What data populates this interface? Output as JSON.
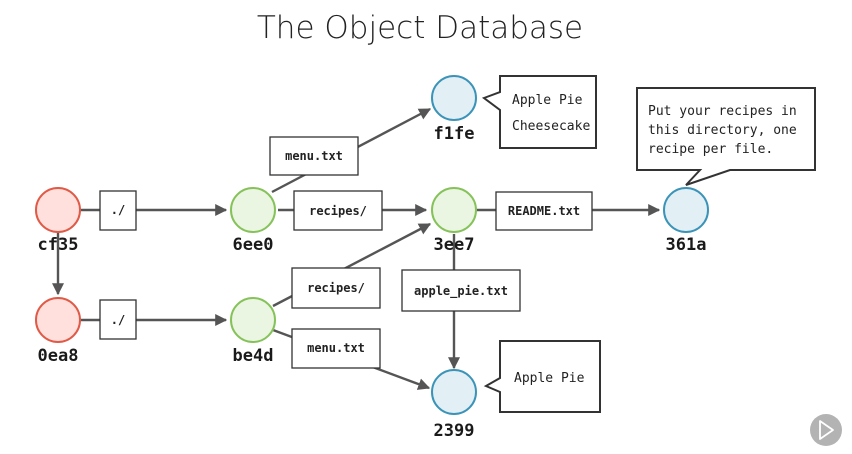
{
  "title": "The Object Database",
  "nodes": {
    "cf35": "cf35",
    "0ea8": "0ea8",
    "6ee0": "6ee0",
    "be4d": "be4d",
    "3ee7": "3ee7",
    "f1fe": "f1fe",
    "361a": "361a",
    "2399": "2399"
  },
  "edge_labels": {
    "cf35_to_6ee0": "./",
    "0ea8_to_be4d": "./",
    "6ee0_to_f1fe": "menu.txt",
    "6ee0_to_3ee7": "recipes/",
    "be4d_to_3ee7": "recipes/",
    "be4d_to_2399": "menu.txt",
    "3ee7_to_361a": "README.txt",
    "3ee7_to_2399": "apple_pie.txt"
  },
  "blob_contents": {
    "f1fe": [
      "Apple Pie",
      "Cheesecake"
    ],
    "361a": [
      "Put your recipes in",
      "this directory, one",
      "recipe per file."
    ],
    "2399": [
      "Apple Pie"
    ]
  },
  "colors": {
    "commit": "#e05a47",
    "tree": "#86c25a",
    "blob": "#3b94b8"
  },
  "icons": {
    "player": "play-icon"
  }
}
